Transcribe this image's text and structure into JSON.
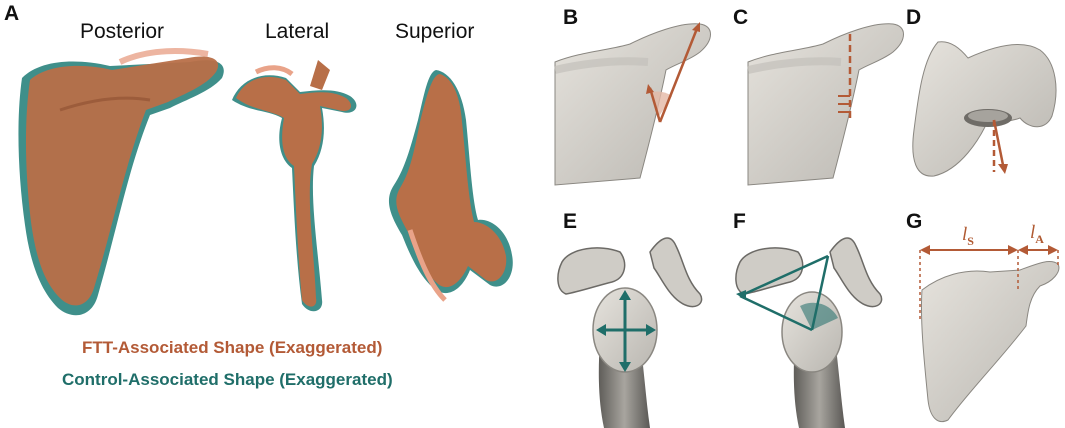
{
  "panels": {
    "A": "A",
    "B": "B",
    "C": "C",
    "D": "D",
    "E": "E",
    "F": "F",
    "G": "G"
  },
  "views": {
    "posterior": "Posterior",
    "lateral": "Lateral",
    "superior": "Superior"
  },
  "legend": {
    "ftt": "FTT-Associated Shape (Exaggerated)",
    "control": "Control-Associated Shape (Exaggerated)"
  },
  "measures": {
    "ls_main": "l",
    "ls_sub": "S",
    "la_main": "l",
    "la_sub": "A"
  },
  "colors": {
    "ftt": "#b35a36",
    "control": "#1f6e69",
    "ftt_fill": "#b86f48",
    "control_fill": "#3f8f8a",
    "bone": "#d8d5cf",
    "bone_dark": "#9b9892"
  }
}
